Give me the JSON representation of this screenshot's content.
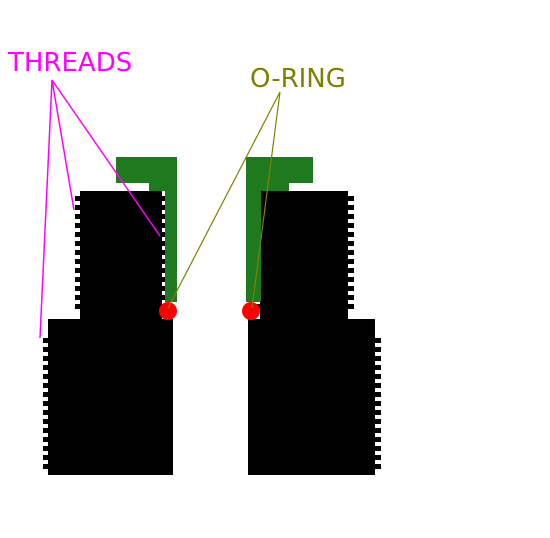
{
  "labels": {
    "threads": {
      "text": "THREADS",
      "color": "#ff00ff"
    },
    "o_ring": {
      "text": "O-RING",
      "color": "#808000"
    }
  },
  "colors": {
    "fitting_body": "#000000",
    "seal_sleeve": "#1f7a1f",
    "o_ring": "#ff0000",
    "background": "#ffffff"
  },
  "parts": {
    "left_fitting": {
      "side": "left",
      "seal": "green-sleeve",
      "o_ring": true
    },
    "right_fitting": {
      "side": "right",
      "seal": "green-sleeve",
      "o_ring": true
    }
  }
}
